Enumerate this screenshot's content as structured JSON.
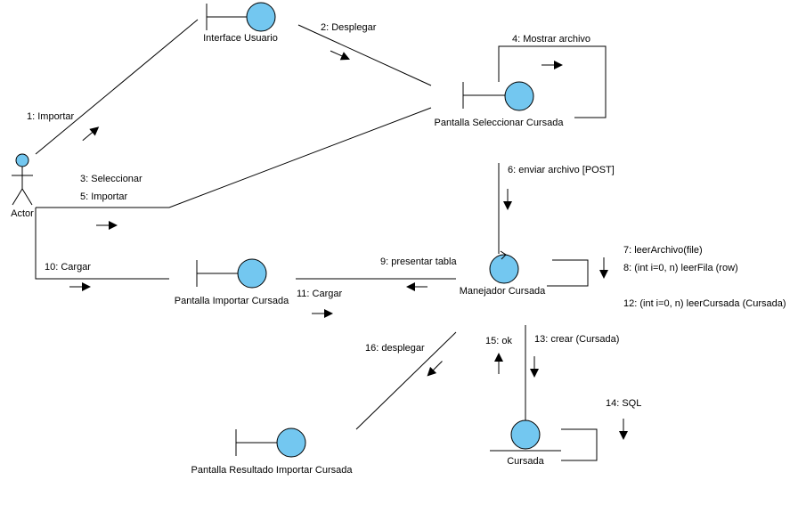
{
  "diagram": {
    "actor": "Actor",
    "objects": {
      "interface_usuario": "Interface Usuario",
      "pantalla_seleccionar": "Pantalla Seleccionar Cursada",
      "pantalla_importar": "Pantalla Importar Cursada",
      "manejador": "Manejador Cursada",
      "pantalla_resultado": "Pantalla Resultado Importar Cursada",
      "cursada": "Cursada"
    },
    "messages": {
      "m1": "1: Importar",
      "m2": "2: Desplegar",
      "m3": "3: Seleccionar",
      "m4": "4: Mostrar archivo",
      "m5": "5: Importar",
      "m6": "6: enviar archivo [POST]",
      "m7": "7: leerArchivo(file)",
      "m8": "8: (int i=0, n) leerFila (row)",
      "m9": "9: presentar tabla",
      "m10": "10: Cargar",
      "m11": "11: Cargar",
      "m12": "12: (int i=0, n) leerCursada (Cursada)",
      "m13": "13: crear (Cursada)",
      "m14": "14: SQL",
      "m15": "15: ok",
      "m16": "16: desplegar"
    },
    "colors": {
      "object_fill": "#73C7F0",
      "line": "#000000",
      "background": "#FFFFFF"
    }
  }
}
